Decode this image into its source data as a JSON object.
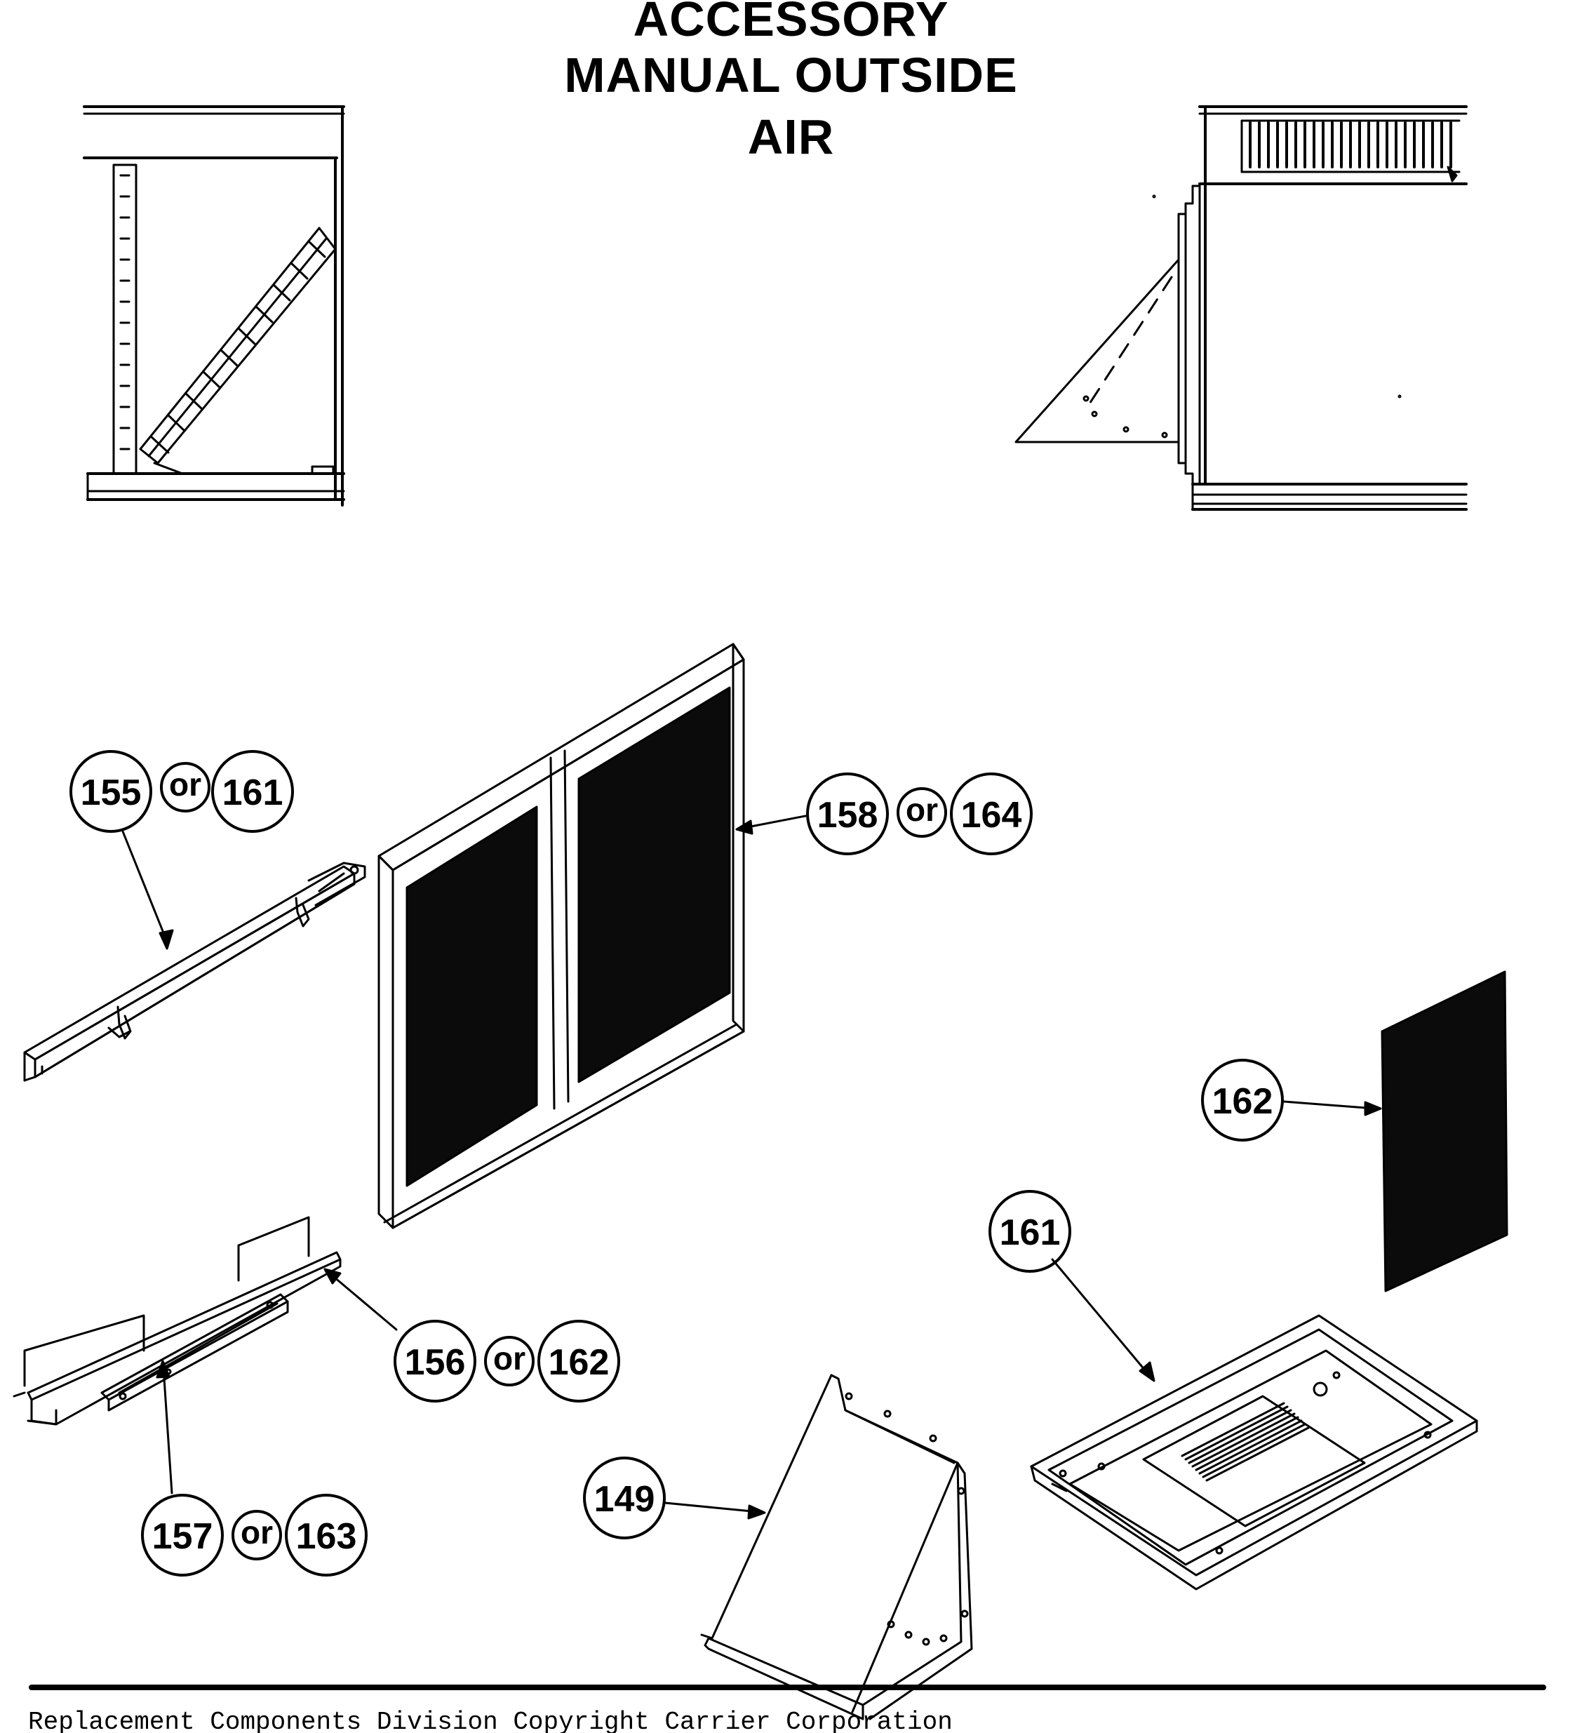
{
  "title": {
    "line1": "ACCESSORY",
    "line2": "MANUAL OUTSIDE",
    "line3": "AIR"
  },
  "callouts": {
    "c155": "155",
    "c161a": "161",
    "or1": "or",
    "c158": "158",
    "c164": "164",
    "or2": "or",
    "c162a": "162",
    "c161b": "161",
    "c156": "156",
    "c162b": "162",
    "or3": "or",
    "c157": "157",
    "c163": "163",
    "or4": "or",
    "c149": "149"
  },
  "footer": {
    "text": "Replacement Components Division   Copyright Carrier Corporation"
  },
  "colors": {
    "ink": "#000000",
    "paper": "#ffffff",
    "filter_fill": "#0b0b0b"
  }
}
